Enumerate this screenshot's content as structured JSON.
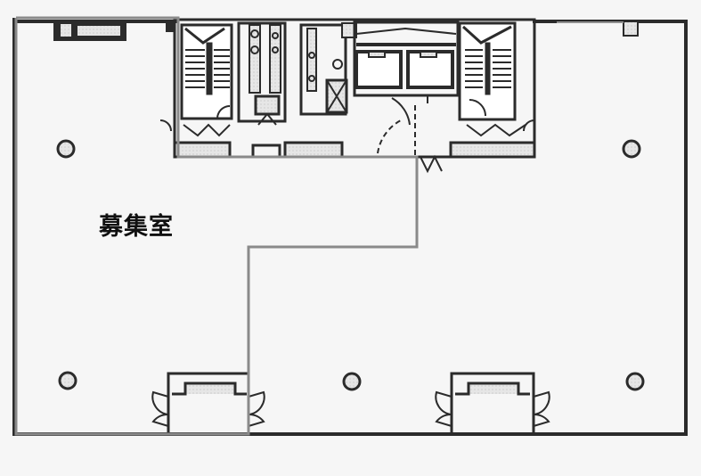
{
  "floor_plan": {
    "room_label": "募集室",
    "colors": {
      "background": "#f6f6f6",
      "wall": "#2b2b2b",
      "vacant_outline": "#8a8a8a",
      "fill_hatch": "#d9d9d9"
    },
    "elements": {
      "stairs": 2,
      "elevators": 2,
      "columns": 6,
      "entrances": 2
    }
  }
}
